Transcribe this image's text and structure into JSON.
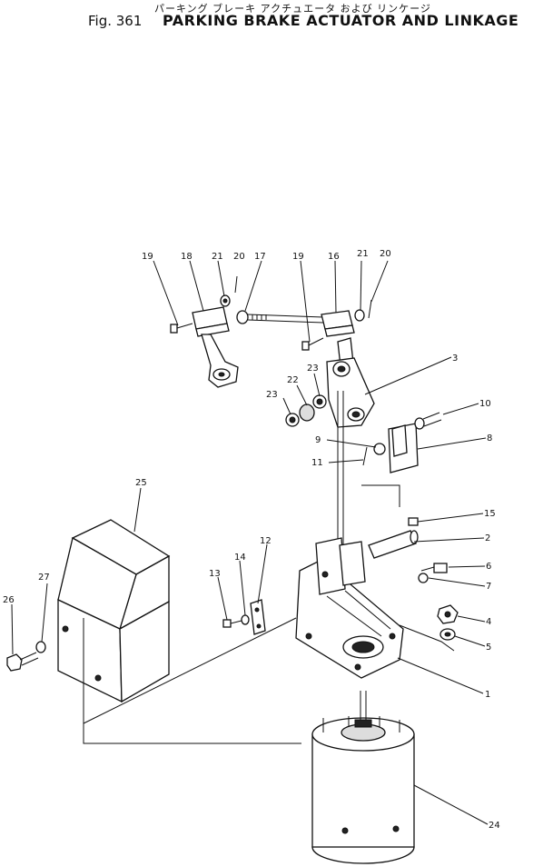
{
  "header": {
    "japanese_title": "パーキング ブレーキ アクチュエータ および リンケージ",
    "figure_number": "Fig. 361",
    "title": "PARKING BRAKE ACTUATOR AND LINKAGE"
  },
  "callouts": {
    "c1": "1",
    "c2": "2",
    "c3": "3",
    "c4": "4",
    "c5": "5",
    "c6": "6",
    "c7": "7",
    "c8": "8",
    "c9": "9",
    "c10": "10",
    "c11": "11",
    "c12": "12",
    "c13": "13",
    "c14": "14",
    "c15": "15",
    "c16": "16",
    "c17": "17",
    "c18": "18",
    "c19a": "19",
    "c19b": "19",
    "c20a": "20",
    "c20b": "20",
    "c21a": "21",
    "c21b": "21",
    "c22": "22",
    "c23a": "23",
    "c23b": "23",
    "c24": "24",
    "c25": "25",
    "c26": "26",
    "c27": "27"
  }
}
